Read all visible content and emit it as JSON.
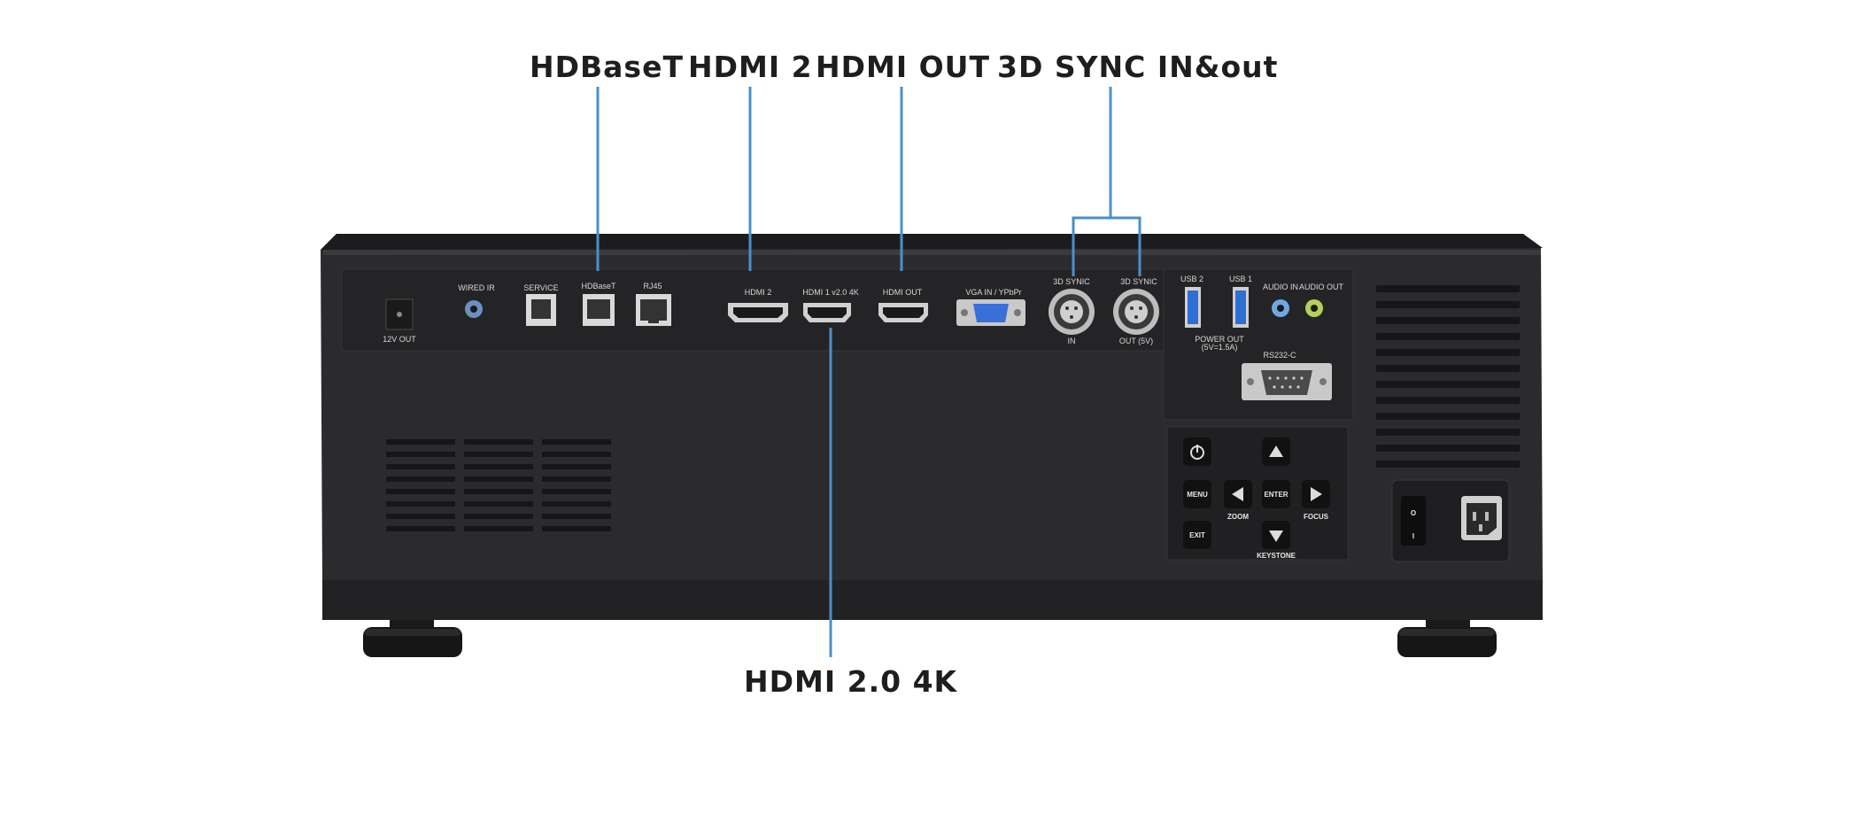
{
  "callouts": {
    "hdbaset": "HDBaseT",
    "hdmi2": "HDMI 2",
    "hdmi_out": "HDMI OUT",
    "sync3d": "3D SYNC IN&out",
    "hdmi20_4k": "HDMI 2.0 4K"
  },
  "panel": {
    "out12v": "12V OUT",
    "wired_ir": "WIRED IR",
    "service": "SERVICE",
    "hdbaset": "HDBaseT",
    "rj45": "RJ45",
    "hdmi2": "HDMI 2",
    "hdmi1": "HDMI 1 v2.0 4K",
    "hdmi_out": "HDMI OUT",
    "vga": "VGA IN / YPbPr",
    "sync_in_top": "3D SYNIC",
    "sync_in_bottom": "IN",
    "sync_out_top": "3D SYNIC",
    "sync_out_bottom": "OUT (5V)",
    "usb2": "USB 2",
    "usb1": "USB 1",
    "power_out_1": "POWER OUT",
    "power_out_2": "(5V=1.5A)",
    "audio_in": "AUDIO IN",
    "audio_out": "AUDIO OUT",
    "rs232c": "RS232-C"
  },
  "keypad": {
    "menu": "MENU",
    "enter": "ENTER",
    "exit": "EXIT",
    "zoom": "ZOOM",
    "focus": "FOCUS",
    "keystone": "KEYSTONE"
  },
  "switch": {
    "on": "O",
    "off": "I"
  },
  "colors": {
    "leader_line": "#4a90c8",
    "body": "#2b2b2d",
    "panel": "#262628",
    "usb_blue": "#2e6fd6",
    "vga_blue": "#3a6fd8"
  }
}
